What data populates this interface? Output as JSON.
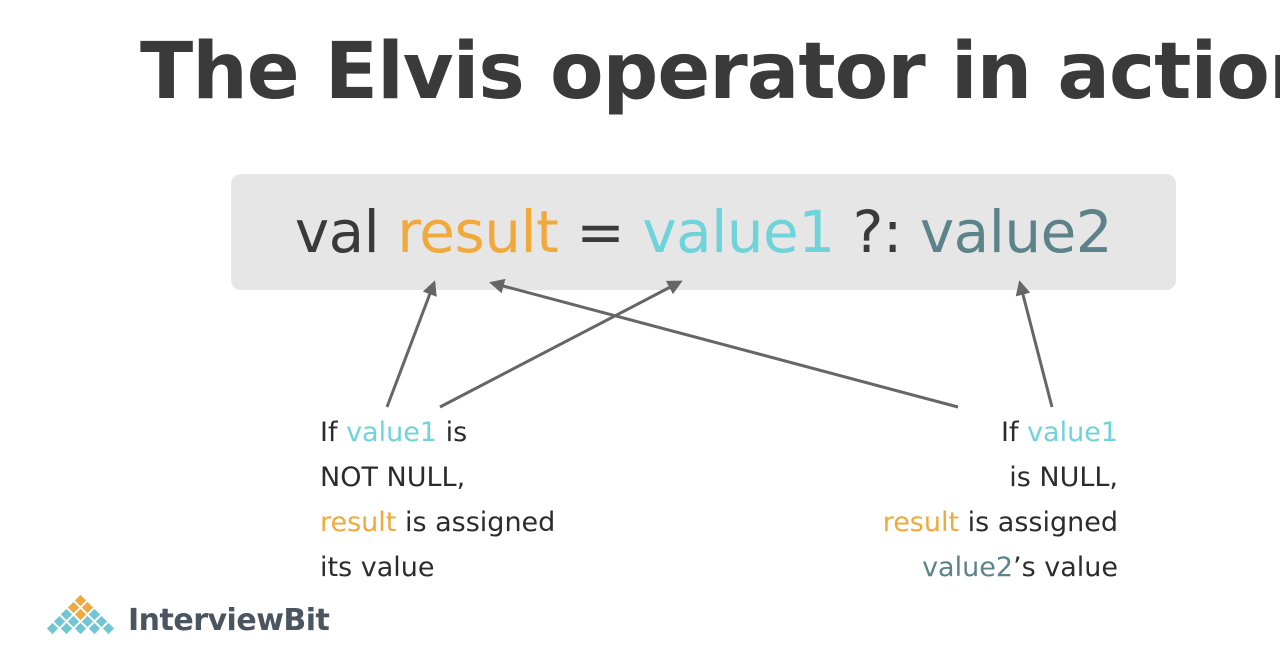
{
  "title": "The Elvis operator in action",
  "code": {
    "tokens": {
      "kw": "val",
      "result": "result",
      "eq": "=",
      "value1": "value1",
      "op": "?:",
      "value2": "value2"
    }
  },
  "notes": {
    "left": {
      "l1_pre": "If ",
      "l1_hl": "value1",
      "l1_post": " is",
      "l2": "NOT NULL,",
      "l3_hl": "result",
      "l3_post": " is assigned",
      "l4": "its value"
    },
    "right": {
      "l1_pre": "If ",
      "l1_hl": "value1",
      "l2": "is NULL,",
      "l3_hl": "result",
      "l3_post": " is assigned",
      "l4_hl": "value2",
      "l4_post": "’s value"
    }
  },
  "logo": {
    "text": "InterviewBit"
  },
  "colors": {
    "text": "#3a3a3a",
    "result": "#f0a93a",
    "value1": "#6fd3da",
    "value2": "#5b8389",
    "code_bg": "#e6e6e6",
    "arrow": "#666666"
  }
}
